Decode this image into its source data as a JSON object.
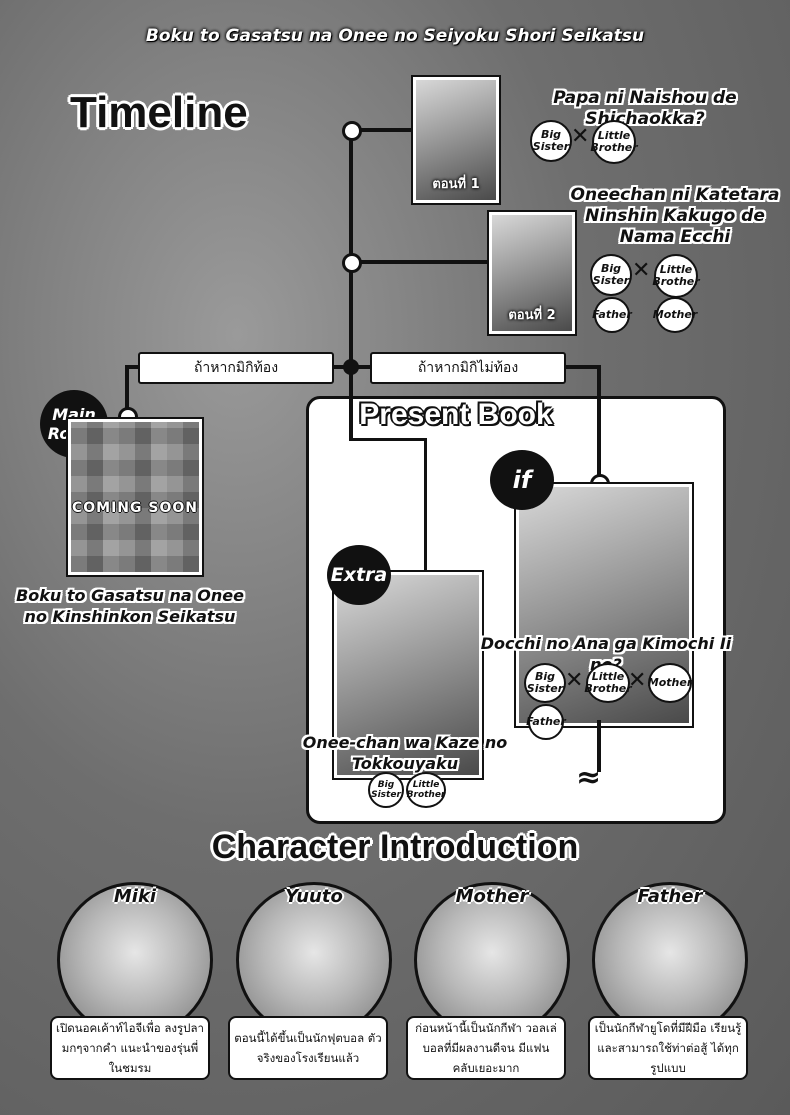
{
  "series_title": "Boku to Gasatsu na Onee no Seiyoku Shori Seikatsu",
  "timeline_title": "Timeline",
  "episodes": [
    {
      "cover_label": "ตอนที่ 1",
      "title": "Papa ni Naishou de Shichaokka?",
      "tags": [
        "Big Sister",
        "Little Brother"
      ]
    },
    {
      "cover_label": "ตอนที่ 2",
      "title_lines": [
        "Oneechan ni Katetara",
        "Ninshin Kakugo de",
        "Nama Ecchi"
      ],
      "tags": [
        "Big Sister",
        "Little Brother",
        "Father",
        "Mother"
      ]
    }
  ],
  "branches": {
    "pregnant": "ถ้าหากมิกิท้อง",
    "not_pregnant": "ถ้าหากมิกิไม่ท้อง"
  },
  "main_route": {
    "badge_lines": [
      "Main",
      "Route"
    ],
    "cover_text": "COMING SOON",
    "title_lines": [
      "Boku to Gasatsu na Onee",
      "no Kinshinkon Seikatsu"
    ]
  },
  "present_book": {
    "title": "Present Book",
    "extra": {
      "badge": "Extra",
      "title_lines": [
        "Onee-chan wa Kaze no",
        "Tokkouyaku"
      ],
      "tags": [
        "Big Sister",
        "Little Brother"
      ]
    },
    "if_route": {
      "badge": "if",
      "title": "Docchi no Ana ga Kimochi Ii no?",
      "tags": [
        "Big Sister",
        "Little Brother",
        "Mother",
        "Father"
      ]
    }
  },
  "character_title": "Character Introduction",
  "characters": [
    {
      "name": "Miki",
      "desc": "เปิดนอคเค้าท์ไอจีเพื่อ ลงรูปลามกๆจากคำ แนะนำของรุ่นพี่ในชมรม"
    },
    {
      "name": "Yuuto",
      "desc": "ตอนนี้ได้ขึ้นเป็นนักฟุตบอล ตัวจริงของโรงเรียนแล้ว"
    },
    {
      "name": "Mother",
      "desc": "ก่อนหน้านี้เป็นนักกีฬา วอลเล่บอลที่มีผลงานดีจน มีแฟนคลับเยอะมาก"
    },
    {
      "name": "Father",
      "desc": "เป็นนักกีฬายูโดที่มีฝีมือ เรียนรู้และสามารถใช้ท่าต่อสู้ ได้ทุกรูปแบบ"
    }
  ]
}
